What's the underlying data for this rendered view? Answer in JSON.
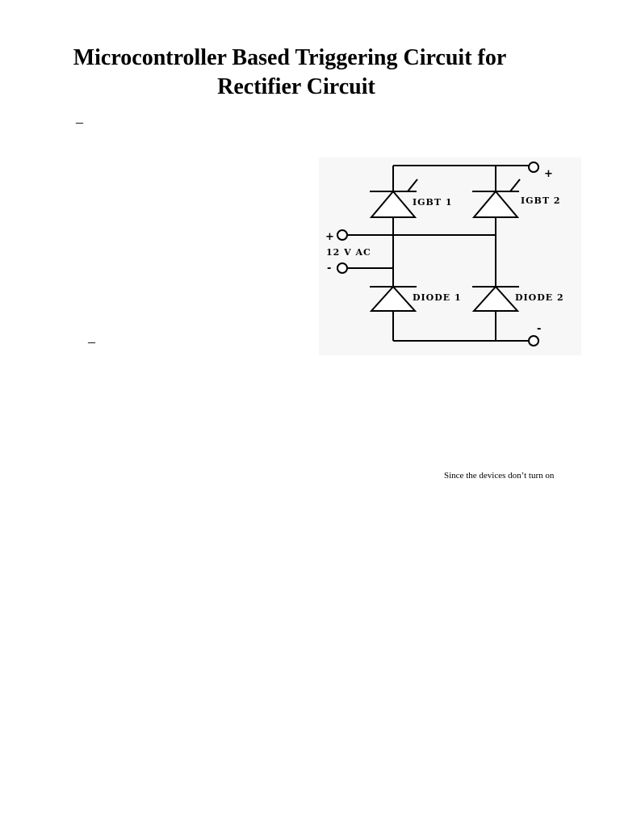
{
  "document": {
    "title_line1": "Microcontroller Based Triggering Circuit for",
    "title_line2": "Rectifier Circuit",
    "dash_1": "–",
    "dash_2": "–",
    "note": "Since the devices don’t turn on"
  },
  "circuit": {
    "igbt_1_label": "IGBT 1",
    "igbt_2_label": "IGBT 2",
    "diode_1_label": "DIODE 1",
    "diode_2_label": "DIODE 2",
    "source_label": "12 V AC",
    "source_plus": "+",
    "source_minus": "-",
    "output_plus": "+",
    "output_minus": "-"
  }
}
